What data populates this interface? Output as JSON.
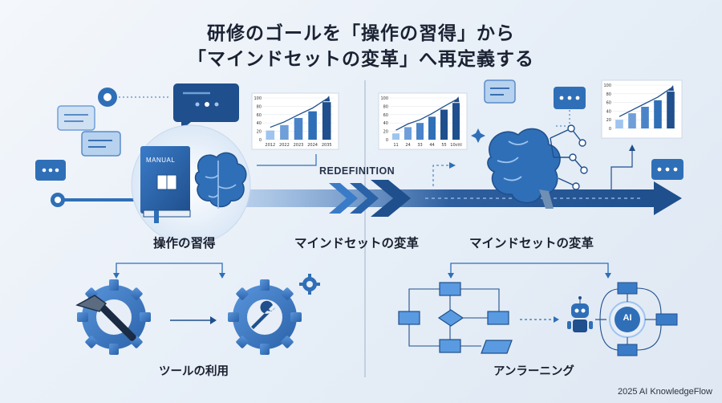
{
  "header": {
    "title_line1": "研修のゴールを「操作の習得」から",
    "title_line2": "「マインドセットの変革」へ再定義する"
  },
  "labels": {
    "manual": "MANUAL",
    "redefinition": "REDEFINITION",
    "left_stage": "操作の習得",
    "middle_stage": "マインドセットの変革",
    "right_stage": "マインドセットの変革",
    "left_bottom": "ツールの利用",
    "right_bottom": "アンラーニング",
    "ai_badge": "AI"
  },
  "footer": {
    "credit": "2025 AI KnowledgeFlow"
  },
  "colors": {
    "primary": "#2f6fb7",
    "dark": "#1f4f8c",
    "light": "#8fb6e6",
    "title": "#1a2233"
  },
  "chart_data": [
    {
      "type": "bar",
      "categories": [
        "2012",
        "2022",
        "2023",
        "2024",
        "2035"
      ],
      "values": [
        22,
        35,
        52,
        68,
        90
      ],
      "ylim": [
        0,
        100
      ],
      "yticks": [
        "100",
        "80",
        "60",
        "40",
        "20",
        "0"
      ],
      "trend": "up"
    },
    {
      "type": "bar",
      "categories": [
        "11",
        "24",
        "33",
        "44",
        "55",
        "10cttl"
      ],
      "values": [
        15,
        30,
        40,
        55,
        72,
        88
      ],
      "ylim": [
        0,
        100
      ],
      "yticks": [
        "100",
        "80",
        "60",
        "40",
        "20",
        "0"
      ],
      "trend": "up"
    },
    {
      "type": "bar",
      "categories": [
        "",
        "",
        "",
        "",
        ""
      ],
      "values": [
        20,
        35,
        50,
        65,
        85
      ],
      "ylim": [
        0,
        100
      ],
      "yticks": [
        "100",
        "80",
        "60",
        "40",
        "20",
        "0"
      ],
      "trend": "up"
    }
  ]
}
